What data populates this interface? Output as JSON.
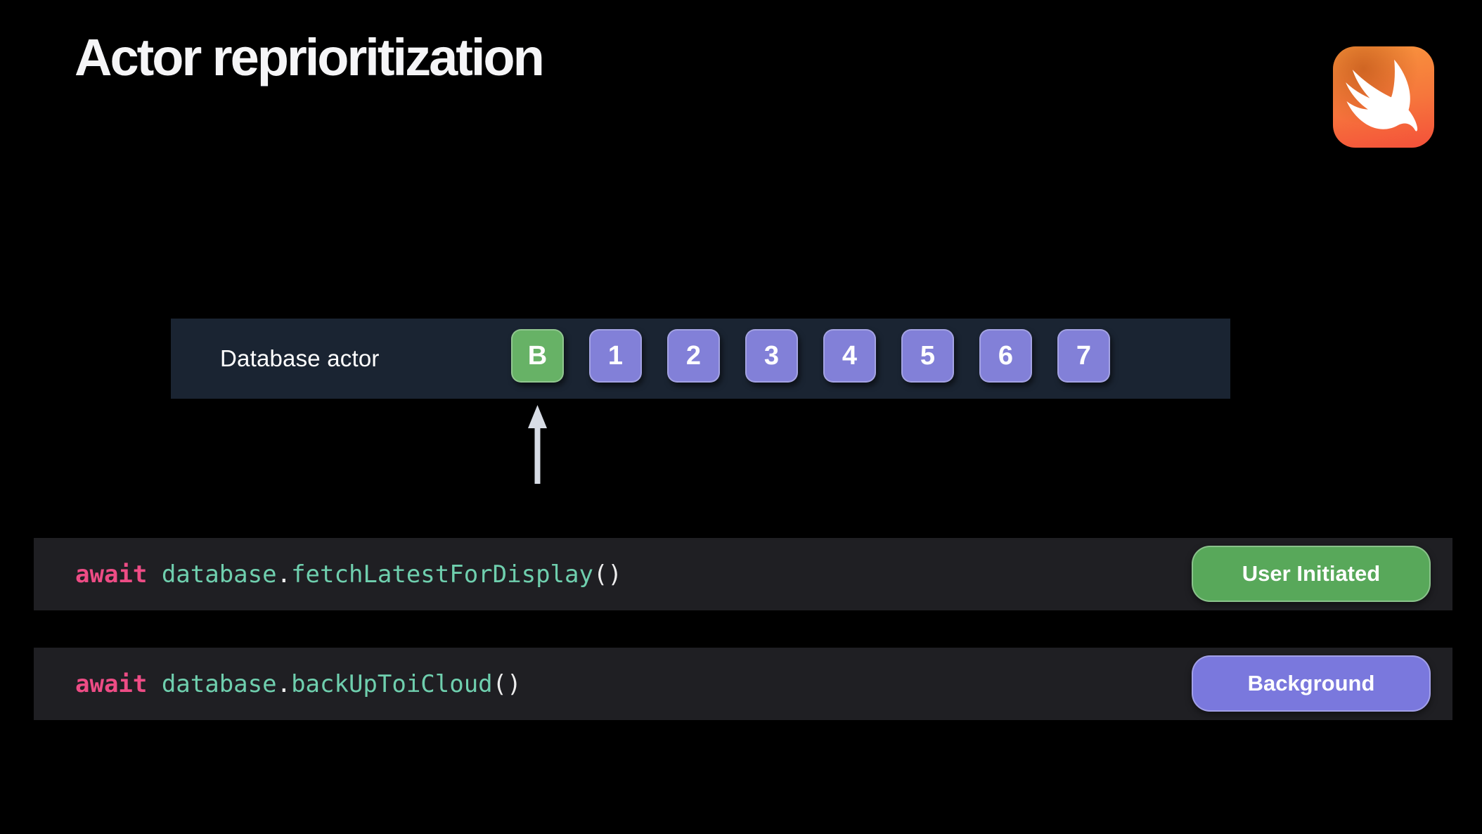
{
  "title": "Actor reprioritization",
  "icons": {
    "logo": "swift-logo",
    "arrow": "up-arrow"
  },
  "actor_lane": {
    "label": "Database actor",
    "blocks": [
      {
        "label": "B",
        "variant": "green"
      },
      {
        "label": "1",
        "variant": "purple"
      },
      {
        "label": "2",
        "variant": "purple"
      },
      {
        "label": "3",
        "variant": "purple"
      },
      {
        "label": "4",
        "variant": "purple"
      },
      {
        "label": "5",
        "variant": "purple"
      },
      {
        "label": "6",
        "variant": "purple"
      },
      {
        "label": "7",
        "variant": "purple"
      }
    ]
  },
  "code_rows": [
    {
      "tokens": [
        {
          "text": "await",
          "style": "keyword"
        },
        {
          "text": " database",
          "style": "member"
        },
        {
          "text": ".",
          "style": "plain"
        },
        {
          "text": "fetchLatestForDisplay",
          "style": "member"
        },
        {
          "text": "()",
          "style": "plain"
        }
      ],
      "badge": {
        "label": "User Initiated",
        "variant": "green"
      }
    },
    {
      "tokens": [
        {
          "text": "await",
          "style": "keyword"
        },
        {
          "text": " database",
          "style": "member"
        },
        {
          "text": ".",
          "style": "plain"
        },
        {
          "text": "backUpToiCloud",
          "style": "member"
        },
        {
          "text": "()",
          "style": "plain"
        }
      ],
      "badge": {
        "label": "Background",
        "variant": "purple"
      }
    }
  ],
  "colors": {
    "background": "#000000",
    "lane_bg": "#1A2432",
    "block_green": "#67B266",
    "block_purple": "#8280D8",
    "badge_green": "#58A85A",
    "badge_purple": "#7A78DD",
    "code_row_bg": "#1F1F23",
    "code_keyword_pink": "#ED4C85",
    "code_member_mint": "#6FCFAE",
    "code_plain_white": "#EDEDED",
    "arrow_gray": "#D7DCE5",
    "title_white": "#F5F5F7"
  }
}
